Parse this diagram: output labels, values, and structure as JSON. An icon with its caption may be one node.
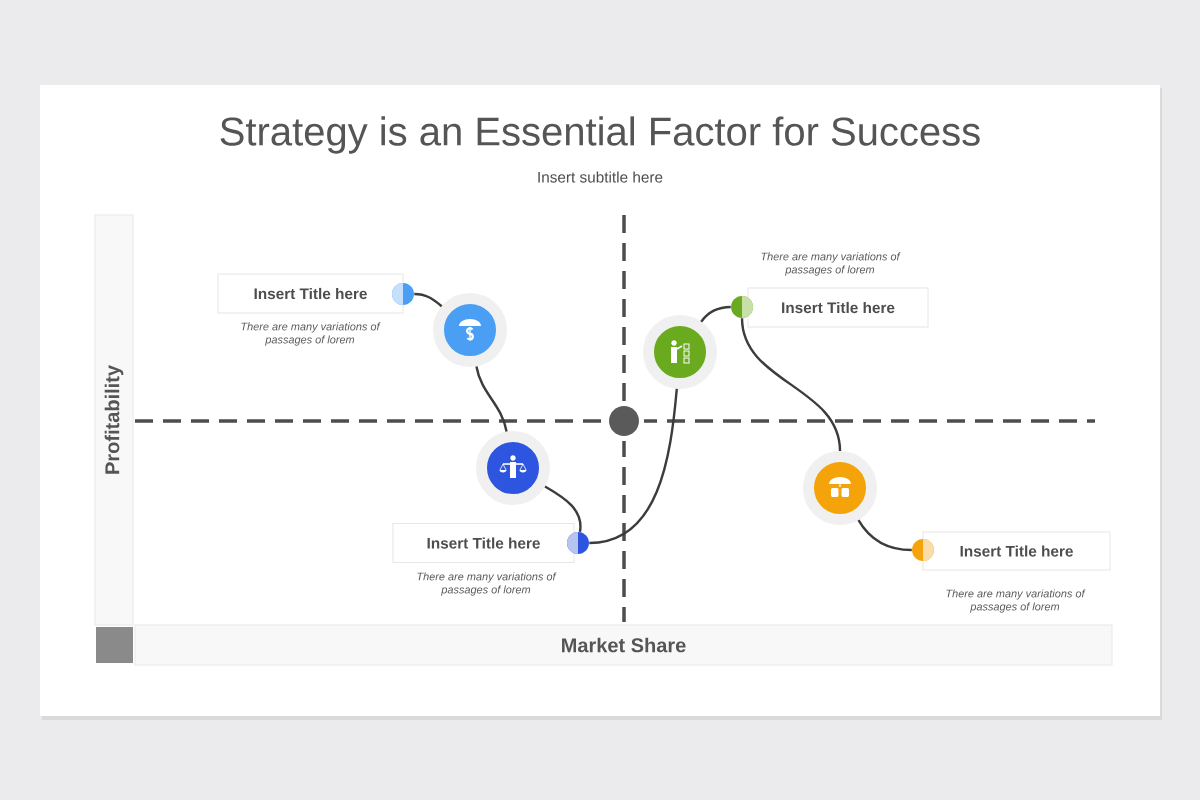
{
  "diagram": {
    "title": "Strategy is an Essential Factor for Success",
    "nodes": [
      {
        "text": [
          "Insert Title here"
        ],
        "beside": [
          "There are many variations of passages of lorem"
        ]
      },
      {
        "text": [],
        "shape": "circle"
      },
      {
        "text": [],
        "shape": "circle"
      },
      {
        "text": [],
        "shape": "circle"
      },
      {
        "text": [],
        "shape": "circle"
      },
      {
        "text": [
          "Insert Title here"
        ],
        "beside": [
          "There are many variations of passages of lorem"
        ]
      },
      {
        "text": [],
        "shape": "circle"
      },
      {
        "text": [],
        "shape": "circle"
      },
      {
        "text": [
          "Insert Title here"
        ],
        "beside": [
          "There are many variations of passages of lorem"
        ]
      },
      {
        "text": [],
        "shape": "circle"
      },
      {
        "text": [],
        "shape": "circle"
      },
      {
        "text": [
          "Insert Title here"
        ],
        "beside": [
          "There are many variations of passages of lorem"
        ]
      },
      {
        "text": [
          "Profitability"
        ]
      },
      {
        "text": [
          "Market Share"
        ]
      }
    ],
    "edges": [
      {
        "from": 1,
        "to": 2,
        "arrow": "none"
      },
      {
        "from": 2,
        "to": 3,
        "arrow": "none"
      },
      {
        "from": 3,
        "to": 4,
        "arrow": "none"
      },
      {
        "from": 4,
        "to": 6,
        "arrow": "none"
      },
      {
        "from": 6,
        "to": 7,
        "arrow": "none"
      },
      {
        "from": 7,
        "to": 9,
        "arrow": "none"
      },
      {
        "from": 9,
        "to": 10,
        "arrow": "none"
      }
    ],
    "labels": [
      "Insert subtitle here"
    ]
  }
}
